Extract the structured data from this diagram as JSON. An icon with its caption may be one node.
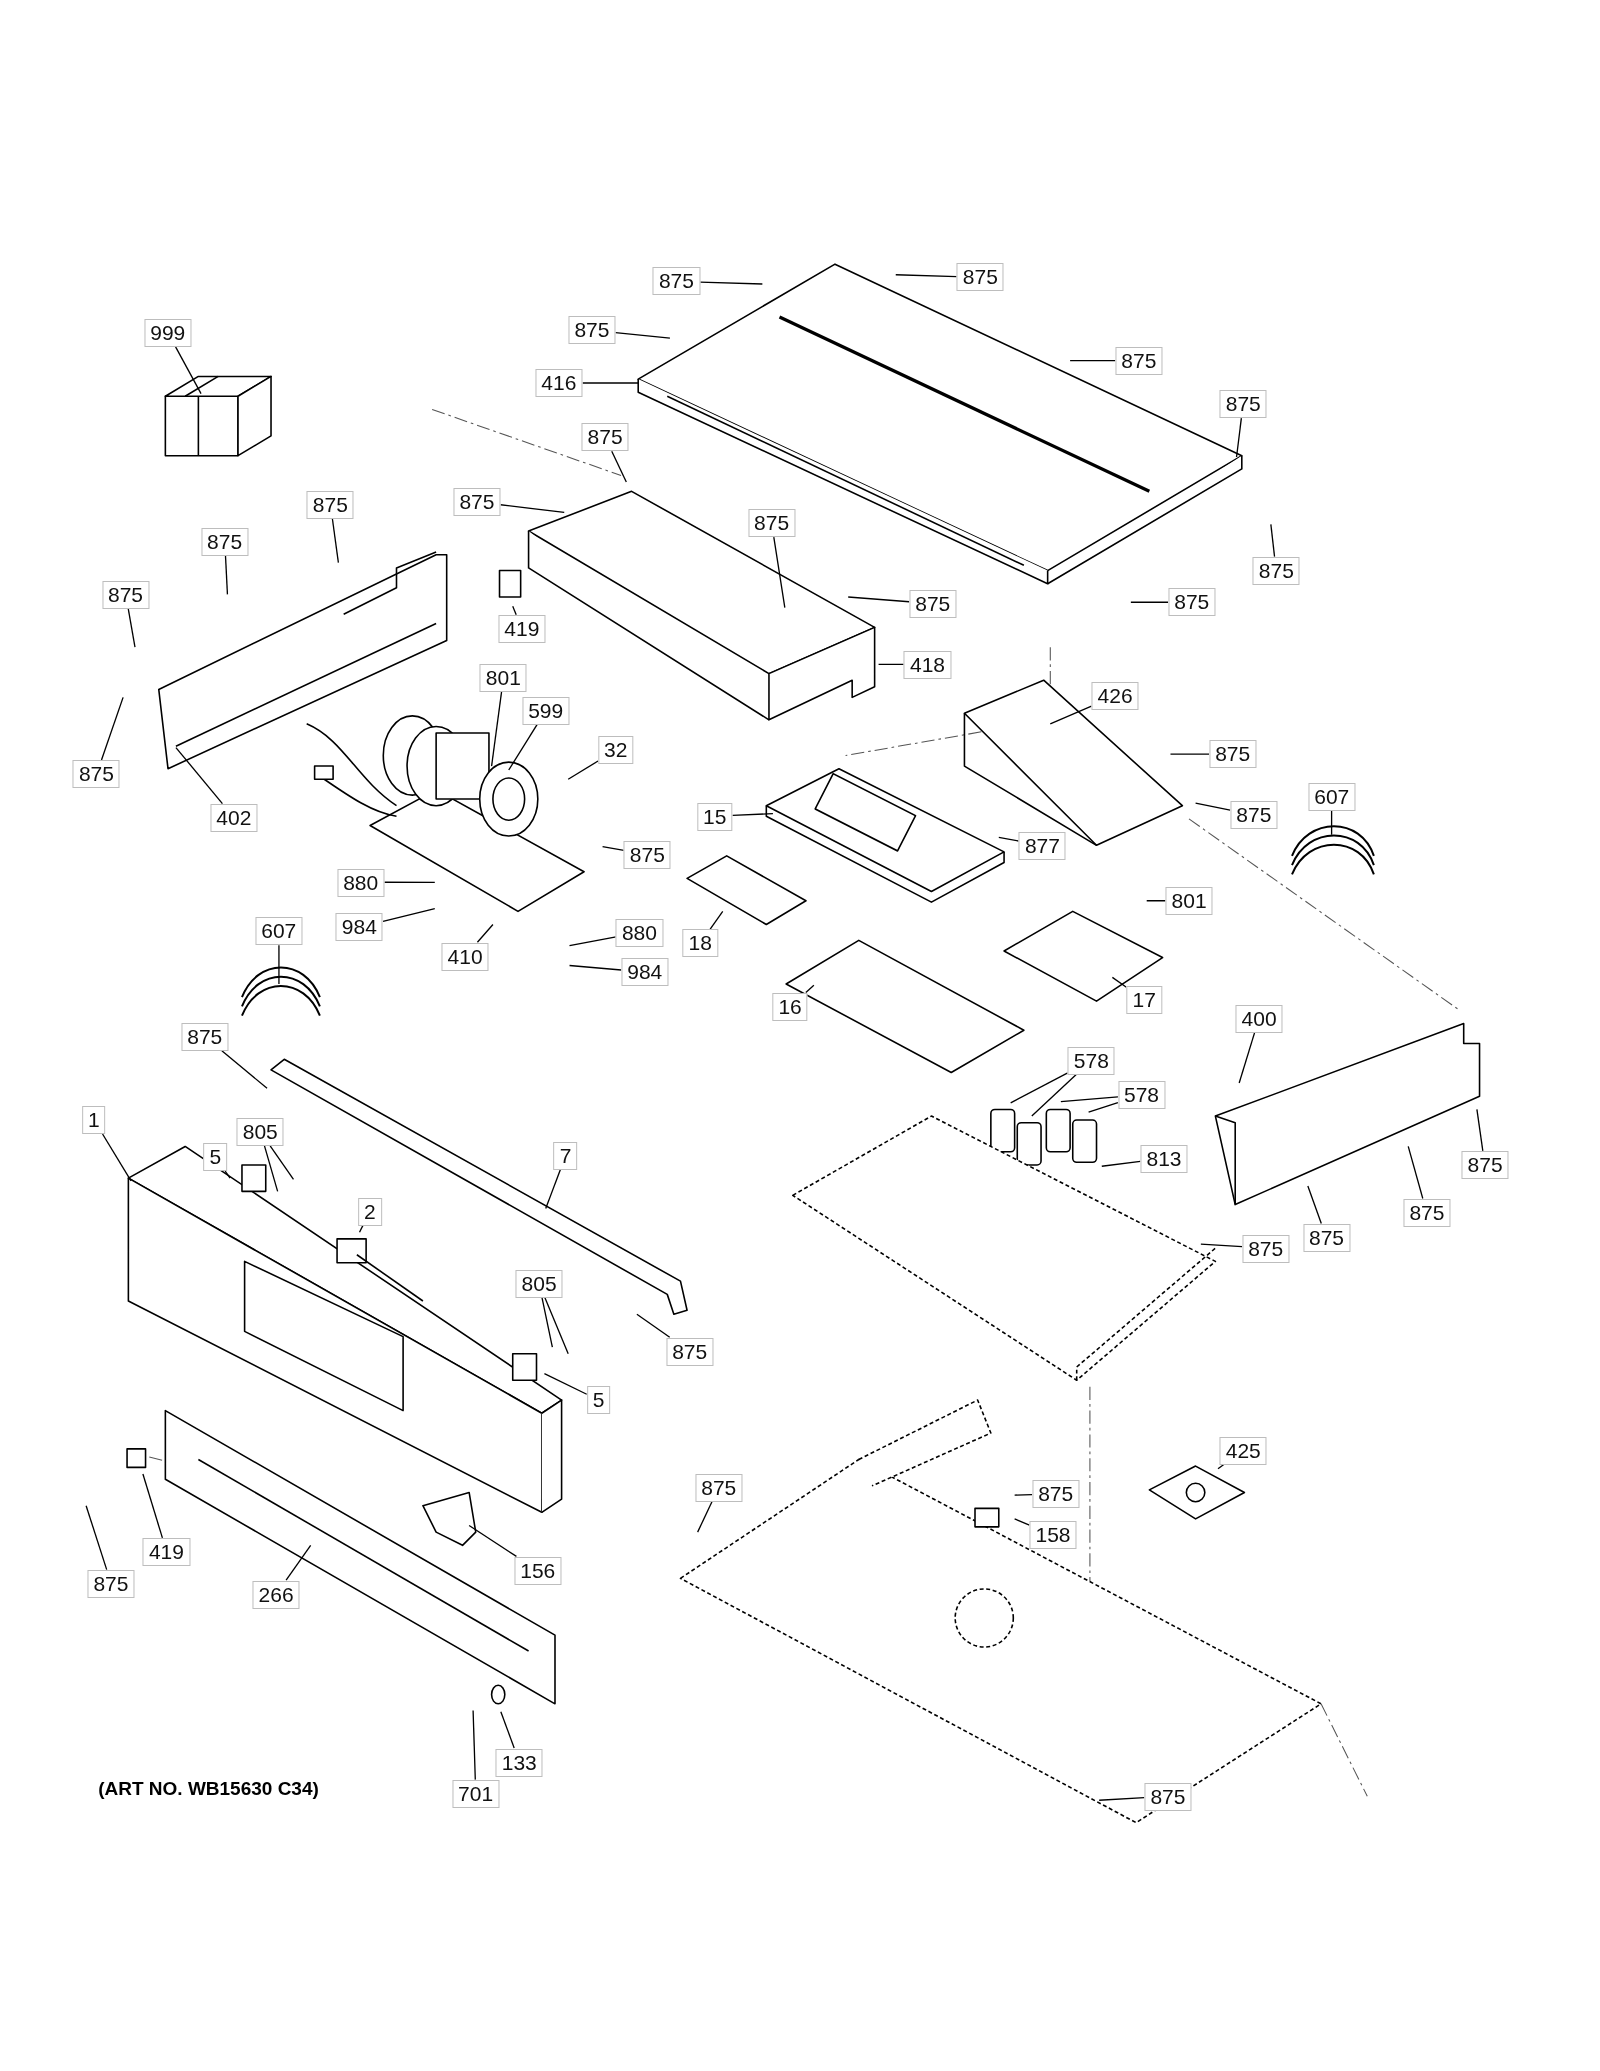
{
  "diagram": {
    "nodes": [
      {
        "text": [
          "875"
        ]
      },
      {
        "text": [
          "875"
        ]
      },
      {
        "text": [
          "875"
        ]
      },
      {
        "text": [
          "416"
        ]
      },
      {
        "text": [
          "875"
        ]
      },
      {
        "text": [
          "999"
        ]
      },
      {
        "text": [
          "875"
        ]
      },
      {
        "text": [
          "875"
        ]
      },
      {
        "text": [
          "875"
        ]
      },
      {
        "text": [
          "875"
        ]
      },
      {
        "text": [
          "875"
        ]
      },
      {
        "text": [
          "875"
        ]
      },
      {
        "text": [
          "875"
        ]
      },
      {
        "text": [
          "875"
        ]
      },
      {
        "text": [
          "875"
        ]
      },
      {
        "text": [
          "875"
        ]
      },
      {
        "text": [
          "419"
        ]
      },
      {
        "text": [
          "418"
        ]
      },
      {
        "text": [
          "801"
        ]
      },
      {
        "text": [
          "599"
        ]
      },
      {
        "text": [
          "32"
        ]
      },
      {
        "text": [
          "426"
        ]
      },
      {
        "text": [
          "875"
        ]
      },
      {
        "text": [
          "402"
        ]
      },
      {
        "text": [
          "875"
        ]
      },
      {
        "text": [
          "875"
        ]
      },
      {
        "text": [
          "607"
        ]
      },
      {
        "text": [
          "15"
        ]
      },
      {
        "text": [
          "875"
        ]
      },
      {
        "text": [
          "877"
        ]
      },
      {
        "text": [
          "880"
        ]
      },
      {
        "text": [
          "984"
        ]
      },
      {
        "text": [
          "410"
        ]
      },
      {
        "text": [
          "801"
        ]
      },
      {
        "text": [
          "880"
        ]
      },
      {
        "text": [
          "984"
        ]
      },
      {
        "text": [
          "18"
        ]
      },
      {
        "text": [
          "607"
        ]
      },
      {
        "text": [
          "16"
        ]
      },
      {
        "text": [
          "17"
        ]
      },
      {
        "text": [
          "875"
        ]
      },
      {
        "text": [
          "400"
        ]
      },
      {
        "text": [
          "578"
        ]
      },
      {
        "text": [
          "578"
        ]
      },
      {
        "text": [
          "813"
        ]
      },
      {
        "text": [
          "875"
        ]
      },
      {
        "text": [
          "875"
        ]
      },
      {
        "text": [
          "875"
        ]
      },
      {
        "text": [
          "875"
        ]
      },
      {
        "text": [
          "1"
        ]
      },
      {
        "text": [
          "805"
        ]
      },
      {
        "text": [
          "5"
        ]
      },
      {
        "text": [
          "7"
        ]
      },
      {
        "text": [
          "2"
        ]
      },
      {
        "text": [
          "805"
        ]
      },
      {
        "text": [
          "875"
        ]
      },
      {
        "text": [
          "5"
        ]
      },
      {
        "text": [
          "425"
        ]
      },
      {
        "text": [
          "875"
        ]
      },
      {
        "text": [
          "875"
        ]
      },
      {
        "text": [
          "158"
        ]
      },
      {
        "text": [
          "419"
        ]
      },
      {
        "text": [
          "875"
        ]
      },
      {
        "text": [
          "156"
        ]
      },
      {
        "text": [
          "266"
        ]
      },
      {
        "text": [
          "133"
        ]
      },
      {
        "text": [
          "701"
        ]
      },
      {
        "text": [
          "875"
        ]
      }
    ],
    "edges": [
      {
        "from": 0,
        "to": null,
        "arrow": "none"
      },
      {
        "from": 1,
        "to": null,
        "arrow": "none"
      },
      {
        "from": 2,
        "to": null,
        "arrow": "none"
      },
      {
        "from": 3,
        "to": null,
        "arrow": "none"
      },
      {
        "from": 4,
        "to": null,
        "arrow": "none"
      },
      {
        "from": 5,
        "to": null,
        "arrow": "none"
      },
      {
        "from": 6,
        "to": null,
        "arrow": "none"
      },
      {
        "from": 7,
        "to": null,
        "arrow": "none"
      },
      {
        "from": 8,
        "to": null,
        "arrow": "none"
      },
      {
        "from": 9,
        "to": null,
        "arrow": "none"
      },
      {
        "from": 10,
        "to": null,
        "arrow": "none"
      },
      {
        "from": 11,
        "to": null,
        "arrow": "none"
      },
      {
        "from": 12,
        "to": null,
        "arrow": "none"
      },
      {
        "from": 13,
        "to": null,
        "arrow": "none"
      },
      {
        "from": 14,
        "to": null,
        "arrow": "none"
      },
      {
        "from": 15,
        "to": null,
        "arrow": "none"
      },
      {
        "from": 16,
        "to": null,
        "arrow": "none"
      },
      {
        "from": 17,
        "to": null,
        "arrow": "none"
      },
      {
        "from": 18,
        "to": null,
        "arrow": "none"
      },
      {
        "from": 19,
        "to": null,
        "arrow": "none"
      },
      {
        "from": 20,
        "to": null,
        "arrow": "none"
      },
      {
        "from": 21,
        "to": null,
        "arrow": "none"
      },
      {
        "from": 22,
        "to": null,
        "arrow": "none"
      },
      {
        "from": 23,
        "to": null,
        "arrow": "none"
      },
      {
        "from": 24,
        "to": null,
        "arrow": "none"
      },
      {
        "from": 25,
        "to": null,
        "arrow": "none"
      },
      {
        "from": 26,
        "to": null,
        "arrow": "none"
      },
      {
        "from": 27,
        "to": null,
        "arrow": "none"
      },
      {
        "from": 28,
        "to": null,
        "arrow": "none"
      },
      {
        "from": 29,
        "to": null,
        "arrow": "none"
      },
      {
        "from": 30,
        "to": null,
        "arrow": "none"
      },
      {
        "from": 31,
        "to": null,
        "arrow": "none"
      },
      {
        "from": 32,
        "to": null,
        "arrow": "none"
      },
      {
        "from": 33,
        "to": null,
        "arrow": "none"
      },
      {
        "from": 34,
        "to": null,
        "arrow": "none"
      },
      {
        "from": 35,
        "to": null,
        "arrow": "none"
      },
      {
        "from": 36,
        "to": null,
        "arrow": "none"
      },
      {
        "from": 37,
        "to": null,
        "arrow": "none"
      },
      {
        "from": 38,
        "to": null,
        "arrow": "none"
      },
      {
        "from": 39,
        "to": null,
        "arrow": "none"
      },
      {
        "from": 40,
        "to": null,
        "arrow": "none"
      },
      {
        "from": 41,
        "to": null,
        "arrow": "none"
      },
      {
        "from": 42,
        "to": null,
        "arrow": "none"
      },
      {
        "from": 42,
        "to": null,
        "arrow": "none"
      },
      {
        "from": 43,
        "to": null,
        "arrow": "none"
      },
      {
        "from": 43,
        "to": null,
        "arrow": "none"
      },
      {
        "from": 44,
        "to": null,
        "arrow": "none"
      },
      {
        "from": 45,
        "to": null,
        "arrow": "none"
      },
      {
        "from": 46,
        "to": null,
        "arrow": "none"
      },
      {
        "from": 47,
        "to": null,
        "arrow": "none"
      },
      {
        "from": 48,
        "to": null,
        "arrow": "none"
      },
      {
        "from": 49,
        "to": null,
        "arrow": "none"
      },
      {
        "from": 50,
        "to": null,
        "arrow": "none"
      },
      {
        "from": 50,
        "to": null,
        "arrow": "none"
      },
      {
        "from": 51,
        "to": null,
        "arrow": "none"
      },
      {
        "from": 52,
        "to": null,
        "arrow": "none"
      },
      {
        "from": 53,
        "to": null,
        "arrow": "none"
      },
      {
        "from": 54,
        "to": null,
        "arrow": "none"
      },
      {
        "from": 54,
        "to": null,
        "arrow": "none"
      },
      {
        "from": 55,
        "to": null,
        "arrow": "none"
      },
      {
        "from": 56,
        "to": null,
        "arrow": "none"
      },
      {
        "from": 57,
        "to": null,
        "arrow": "none"
      },
      {
        "from": 58,
        "to": null,
        "arrow": "none"
      },
      {
        "from": 59,
        "to": null,
        "arrow": "none"
      },
      {
        "from": 60,
        "to": null,
        "arrow": "none"
      },
      {
        "from": 61,
        "to": null,
        "arrow": "none"
      },
      {
        "from": 62,
        "to": null,
        "arrow": "none"
      },
      {
        "from": 63,
        "to": null,
        "arrow": "none"
      },
      {
        "from": 64,
        "to": null,
        "arrow": "none"
      },
      {
        "from": 65,
        "to": null,
        "arrow": "none"
      },
      {
        "from": 66,
        "to": null,
        "arrow": "none"
      },
      {
        "from": 67,
        "to": null,
        "arrow": "none"
      }
    ],
    "labels": [
      "(ART NO. WB15630 C34)"
    ]
  }
}
